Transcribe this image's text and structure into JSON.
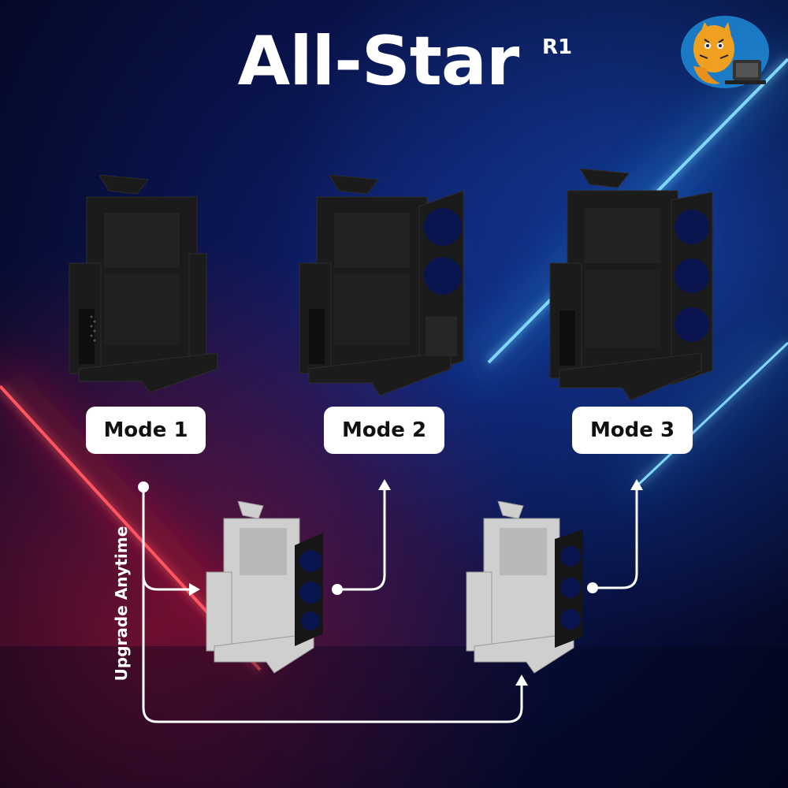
{
  "title": "All-Star",
  "title_sup": "R1",
  "modes": [
    {
      "label": "Mode 1"
    },
    {
      "label": "Mode 2"
    },
    {
      "label": "Mode 3"
    }
  ],
  "upgrade_label": "Upgrade Anytime",
  "colors": {
    "background": "#0a1550",
    "accent_red": "#ff1e2d",
    "accent_blue": "#29b6ff",
    "case_dark": "#1b1b1b",
    "case_light": "#cfcfcf",
    "pill": "#ffffff"
  },
  "logo": {
    "name": "tiger-mascot-logo"
  }
}
